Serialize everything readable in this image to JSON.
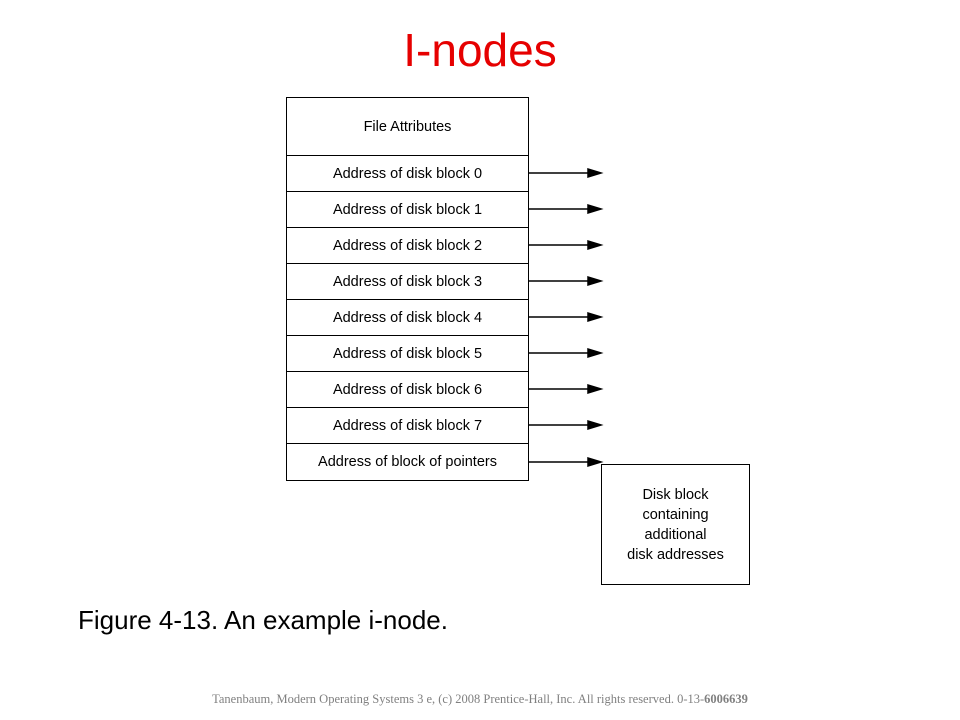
{
  "title": "I-nodes",
  "inode": {
    "attributes_label": "File Attributes",
    "rows": [
      "Address of disk block 0",
      "Address of disk block 1",
      "Address of disk block 2",
      "Address of disk block 3",
      "Address of disk block 4",
      "Address of disk block 5",
      "Address of disk block 6",
      "Address of disk block 7",
      "Address of block of pointers"
    ]
  },
  "pointer_block": {
    "lines": [
      "Disk block",
      "containing",
      "additional",
      "disk addresses"
    ]
  },
  "caption": "Figure 4-13. An example i-node.",
  "footer": {
    "text": "Tanenbaum, Modern Operating Systems 3 e, (c) 2008 Prentice-Hall, Inc. All rights reserved. 0-13-",
    "isbn_suffix": "6006639"
  }
}
